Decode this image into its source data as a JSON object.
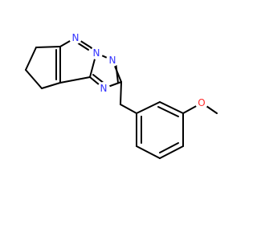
{
  "molecule": {
    "atoms": [
      {
        "id": "N1",
        "label": "N",
        "color": "#3333ff"
      },
      {
        "id": "N2",
        "label": "N",
        "color": "#3333ff"
      },
      {
        "id": "N3",
        "label": "N",
        "color": "#3333ff"
      },
      {
        "id": "N4",
        "label": "N",
        "color": "#3333ff"
      },
      {
        "id": "O1",
        "label": "O",
        "color": "#ff2b2b"
      }
    ]
  }
}
